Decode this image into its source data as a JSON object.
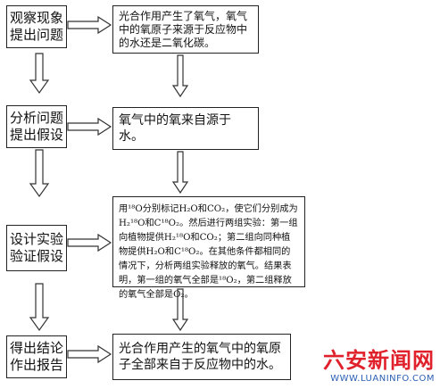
{
  "steps": [
    {
      "stage": [
        "观察现象",
        "提出问题"
      ],
      "content": "光合作用产生了氧气，氧气中的氧原子来源于反应物中的水还是二氧化碳。"
    },
    {
      "stage": [
        "分析问题",
        "提出假设"
      ],
      "content": "氧气中的氧来自源于水。"
    },
    {
      "stage": [
        "设计实验",
        "验证假设"
      ],
      "content": "用¹⁸O分别标记H₂O和CO₂，使它们分别成为H₂¹⁸O和C¹⁸O₂。然后进行两组实验：第一组向植物提供H₂¹⁸O和CO₂；第二组向同种植物提供H₂O和C¹⁸O₂。在其他条件都相同的情况下，分析两组实验释放的氧气。结果表明，第一组的氧气全部是¹⁸O₂，第二组释放的氧气全部是O₂。"
    },
    {
      "stage": [
        "得出结论",
        "作出报告"
      ],
      "content": "光合作用产生的氧气中的氧原子全部来自于反应物中的水。"
    }
  ],
  "watermark": {
    "name": "六安新闻网",
    "url": "WWW.LUANINFO.COM"
  },
  "colors": {
    "watermark_red": "#e0202b",
    "watermark_blue": "#2b5fb3",
    "border": "#222222"
  }
}
